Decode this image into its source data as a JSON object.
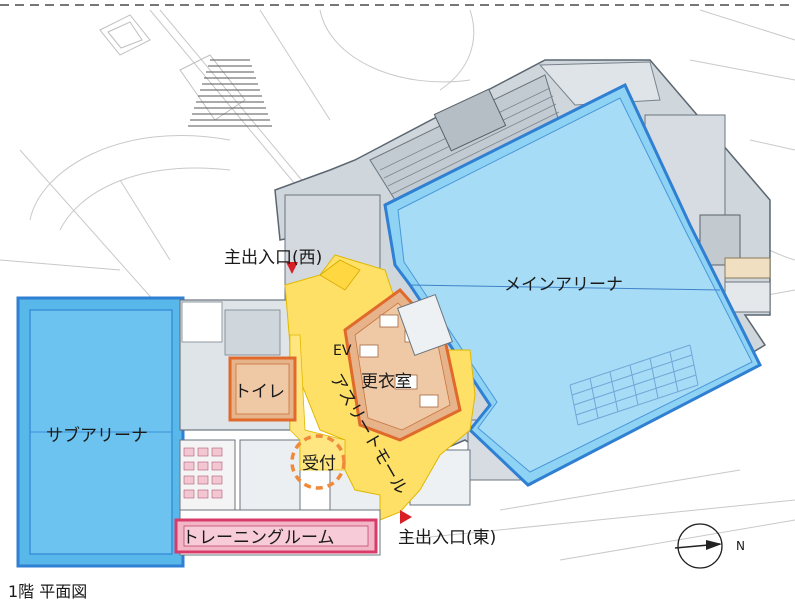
{
  "map": {
    "caption": "1階 平面図",
    "rooms": {
      "main_arena": "メインアリーナ",
      "sub_arena": "サブアリーナ",
      "toilet": "トイレ",
      "locker_room": "更衣室",
      "reception": "受付",
      "training_room": "トレーニングルーム",
      "ev": "EV",
      "athlete_mall": "アスリートモール"
    },
    "entrances": {
      "west": "主出入口(西)",
      "east": "主出入口(東)"
    },
    "compass": {
      "north_letter": "N"
    }
  },
  "colors": {
    "arena_blue": "#8fd3f4",
    "arena_border": "#2f7fd3",
    "mall_yellow": "#ffe066",
    "room_orange": "#e6b38a",
    "room_border": "#e06a2b",
    "training_pink": "#f2b6c6",
    "training_border": "#d83b6a",
    "building_gray": "#cfd6dc",
    "marker_red": "#d91f26"
  }
}
